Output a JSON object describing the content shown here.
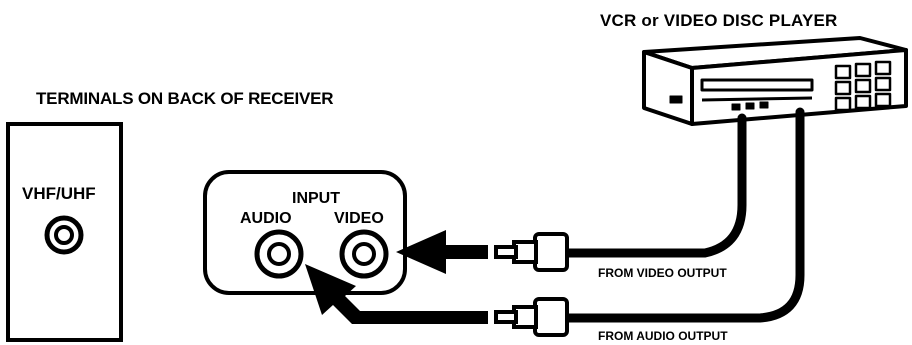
{
  "labels": {
    "vcr_title": "VCR or VIDEO DISC PLAYER",
    "terminals_title": "TERMINALS ON BACK OF RECEIVER",
    "vhf_uhf": "VHF/UHF",
    "input": "INPUT",
    "audio": "AUDIO",
    "video": "VIDEO",
    "from_video_output": "FROM VIDEO OUTPUT",
    "from_audio_output": "FROM AUDIO OUTPUT"
  },
  "colors": {
    "ink": "#000000",
    "paper": "#ffffff"
  }
}
